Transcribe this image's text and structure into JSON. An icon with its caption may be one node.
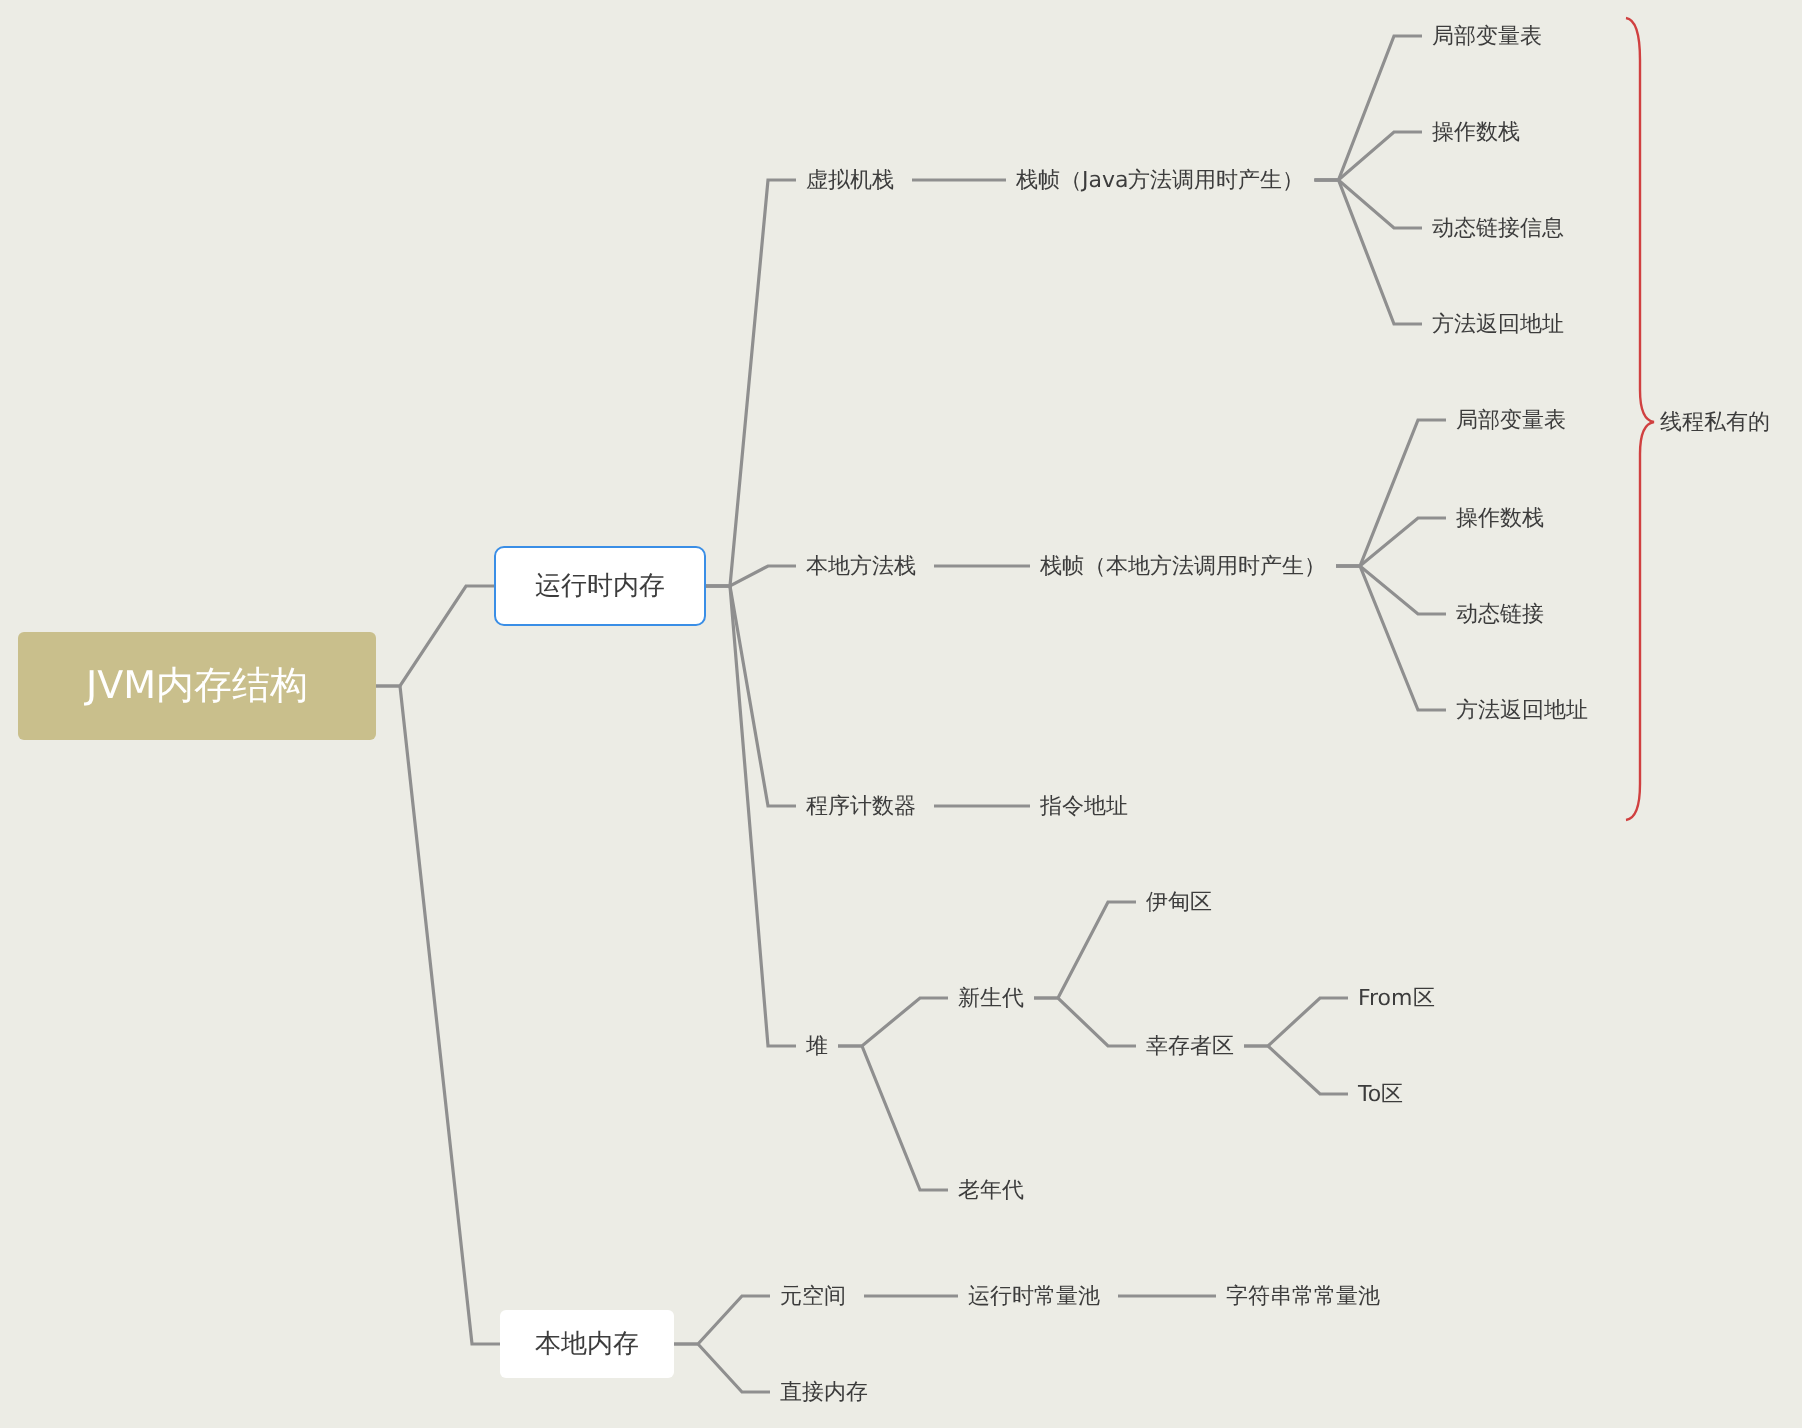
{
  "diagram": {
    "nodes": [
      {
        "text": [
          "JVM内存结构"
        ]
      },
      {
        "text": [
          "运行时内存"
        ]
      },
      {
        "text": [
          "虚拟机栈"
        ]
      },
      {
        "text": [
          "栈帧（Java方法调用时产生）"
        ]
      },
      {
        "text": [
          "局部变量表"
        ]
      },
      {
        "text": [
          "操作数栈"
        ]
      },
      {
        "text": [
          "动态链接信息"
        ]
      },
      {
        "text": [
          "方法返回地址"
        ]
      },
      {
        "text": [
          "本地方法栈"
        ]
      },
      {
        "text": [
          "栈帧（本地方法调用时产生）"
        ]
      },
      {
        "text": [
          "局部变量表"
        ]
      },
      {
        "text": [
          "操作数栈"
        ]
      },
      {
        "text": [
          "动态链接"
        ]
      },
      {
        "text": [
          "方法返回地址"
        ]
      },
      {
        "text": [
          "程序计数器"
        ]
      },
      {
        "text": [
          "指令地址"
        ]
      },
      {
        "text": [
          "堆"
        ]
      },
      {
        "text": [
          "新生代"
        ]
      },
      {
        "text": [
          "伊甸区"
        ]
      },
      {
        "text": [
          "幸存者区"
        ]
      },
      {
        "text": [
          "From区"
        ]
      },
      {
        "text": [
          "To区"
        ]
      },
      {
        "text": [
          "老年代"
        ]
      },
      {
        "text": [
          "本地内存"
        ]
      },
      {
        "text": [
          "元空间"
        ]
      },
      {
        "text": [
          "运行时常量池"
        ]
      },
      {
        "text": [
          "字符串常常量池"
        ]
      },
      {
        "text": [
          "直接内存"
        ]
      }
    ],
    "edges": [
      {
        "from": 0,
        "to": 1,
        "arrow": "none"
      },
      {
        "from": 1,
        "to": 2,
        "arrow": "none"
      },
      {
        "from": 2,
        "to": 3,
        "arrow": "none"
      },
      {
        "from": 3,
        "to": 4,
        "arrow": "none"
      },
      {
        "from": 3,
        "to": 5,
        "arrow": "none"
      },
      {
        "from": 3,
        "to": 6,
        "arrow": "none"
      },
      {
        "from": 3,
        "to": 7,
        "arrow": "none"
      },
      {
        "from": 1,
        "to": 8,
        "arrow": "none"
      },
      {
        "from": 8,
        "to": 9,
        "arrow": "none"
      },
      {
        "from": 9,
        "to": 10,
        "arrow": "none"
      },
      {
        "from": 9,
        "to": 11,
        "arrow": "none"
      },
      {
        "from": 9,
        "to": 12,
        "arrow": "none"
      },
      {
        "from": 9,
        "to": 13,
        "arrow": "none"
      },
      {
        "from": 1,
        "to": 14,
        "arrow": "none"
      },
      {
        "from": 14,
        "to": 15,
        "arrow": "none"
      },
      {
        "from": 1,
        "to": 16,
        "arrow": "none"
      },
      {
        "from": 16,
        "to": 17,
        "arrow": "none"
      },
      {
        "from": 17,
        "to": 18,
        "arrow": "none"
      },
      {
        "from": 17,
        "to": 19,
        "arrow": "none"
      },
      {
        "from": 19,
        "to": 20,
        "arrow": "none"
      },
      {
        "from": 19,
        "to": 21,
        "arrow": "none"
      },
      {
        "from": 16,
        "to": 22,
        "arrow": "none"
      },
      {
        "from": 0,
        "to": 23,
        "arrow": "none"
      },
      {
        "from": 23,
        "to": 24,
        "arrow": "none"
      },
      {
        "from": 24,
        "to": 25,
        "arrow": "none"
      },
      {
        "from": 25,
        "to": 26,
        "arrow": "none"
      },
      {
        "from": 23,
        "to": 27,
        "arrow": "none"
      }
    ],
    "labels": [
      "线程私有的"
    ]
  }
}
